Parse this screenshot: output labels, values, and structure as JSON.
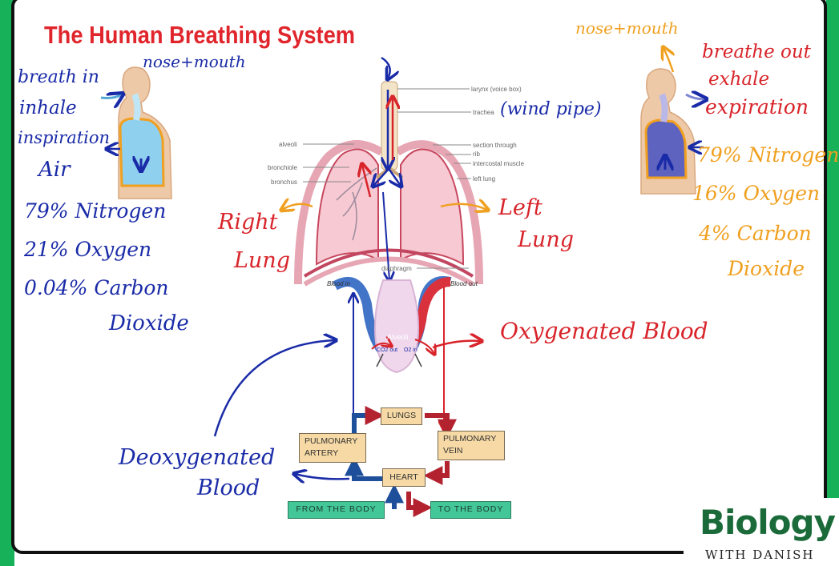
{
  "title": "The Human Breathing System",
  "left_notes": {
    "nose_mouth": "nose+mouth",
    "lines": [
      "breath in",
      "inhale",
      "inspiration",
      "Air"
    ],
    "composition": [
      "79% Nitrogen",
      "21% Oxygen",
      "0.04% Carbon",
      "Dioxide"
    ]
  },
  "right_notes": {
    "nose_mouth": "nose+mouth",
    "lines": [
      "breathe out",
      "exhale",
      "expiration"
    ],
    "composition": [
      "79% Nitrogen",
      "16% Oxygen",
      "4% Carbon",
      "Dioxide"
    ]
  },
  "lungs": {
    "labels_left": [
      "alveoli",
      "bronchiole",
      "bronchus"
    ],
    "labels_right": [
      "larynx (voice box)",
      "trachea",
      "section through",
      "rib",
      "intercostal muscle",
      "left lung"
    ],
    "diaphragm": "diaphragm",
    "wind_pipe": "(wind pipe)",
    "right_lung": [
      "Right",
      "Lung"
    ],
    "left_lung": [
      "Left",
      "Lung"
    ]
  },
  "alveoli_diagram": {
    "blood_in": "Blood in",
    "blood_out": "Blood out",
    "alveoli": "Alveoli",
    "co2_out": "CO2 out",
    "o2_in": "O2 in"
  },
  "annotations": {
    "oxygenated": "Oxygenated Blood",
    "deoxygenated": [
      "Deoxygenated",
      "Blood"
    ]
  },
  "flow": {
    "lungs": "LUNGS",
    "pulmonary_artery": [
      "PULMONARY",
      "ARTERY"
    ],
    "pulmonary_vein": [
      "PULMONARY",
      "VEIN"
    ],
    "heart": "HEART",
    "from_body": "FROM THE BODY",
    "to_body": "TO THE BODY"
  },
  "brand": {
    "name": "Biology",
    "sub": "WITH DANISH"
  },
  "colors": {
    "green": "#16b158",
    "blue_ink": "#1a2ba8",
    "red_ink": "#d8242a",
    "orange_ink": "#f0a020"
  }
}
